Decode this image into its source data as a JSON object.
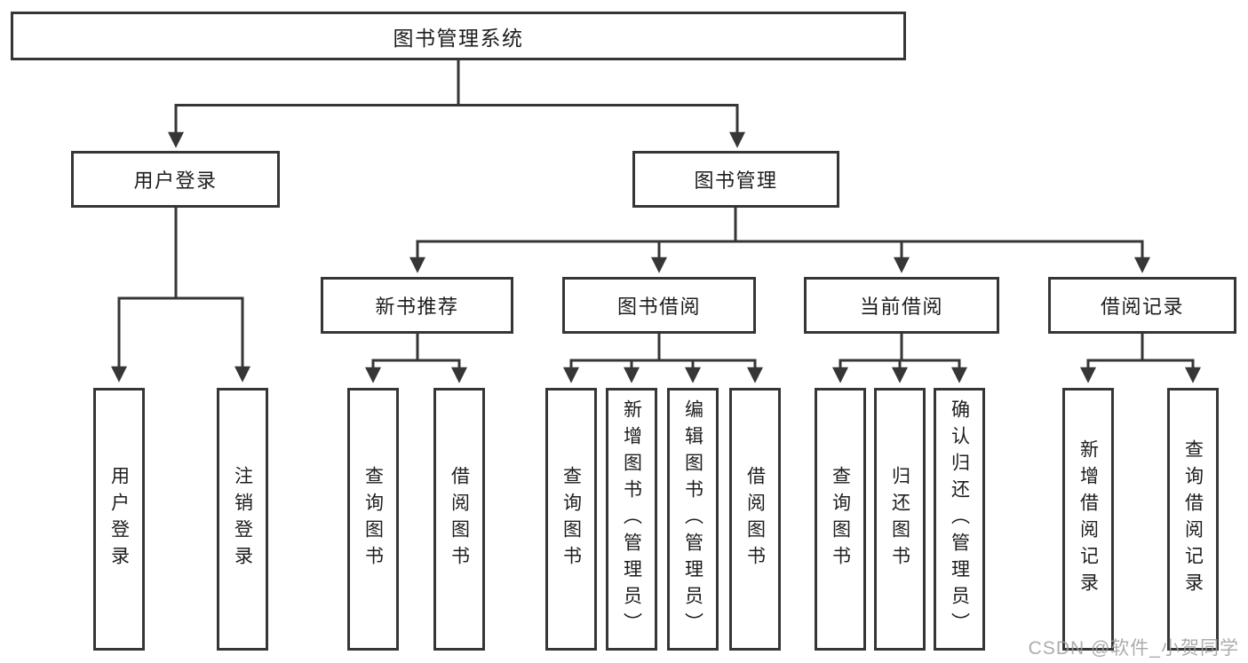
{
  "tree": {
    "label": "图书管理系统",
    "children": [
      {
        "label": "用户登录",
        "children": [
          {
            "label": "用户登录"
          },
          {
            "label": "注销登录"
          }
        ]
      },
      {
        "label": "图书管理",
        "children": [
          {
            "label": "新书推荐",
            "children": [
              {
                "label": "查询图书"
              },
              {
                "label": "借阅图书"
              }
            ]
          },
          {
            "label": "图书借阅",
            "children": [
              {
                "label": "查询图书"
              },
              {
                "label": "新增图书（管理员）"
              },
              {
                "label": "编辑图书（管理员）"
              },
              {
                "label": "借阅图书"
              }
            ]
          },
          {
            "label": "当前借阅",
            "children": [
              {
                "label": "查询图书"
              },
              {
                "label": "归还图书"
              },
              {
                "label": "确认归还（管理员）"
              }
            ]
          },
          {
            "label": "借阅记录",
            "children": [
              {
                "label": "新增借阅记录"
              },
              {
                "label": "查询借阅记录"
              }
            ]
          }
        ]
      }
    ]
  },
  "watermark": {
    "text": "CSDN @软件_小贺同学"
  },
  "colors": {
    "line": "#363636",
    "box_border": "#363636",
    "text": "#1d1d1d",
    "background": "#ffffff",
    "watermark": "#9e9e9e"
  }
}
